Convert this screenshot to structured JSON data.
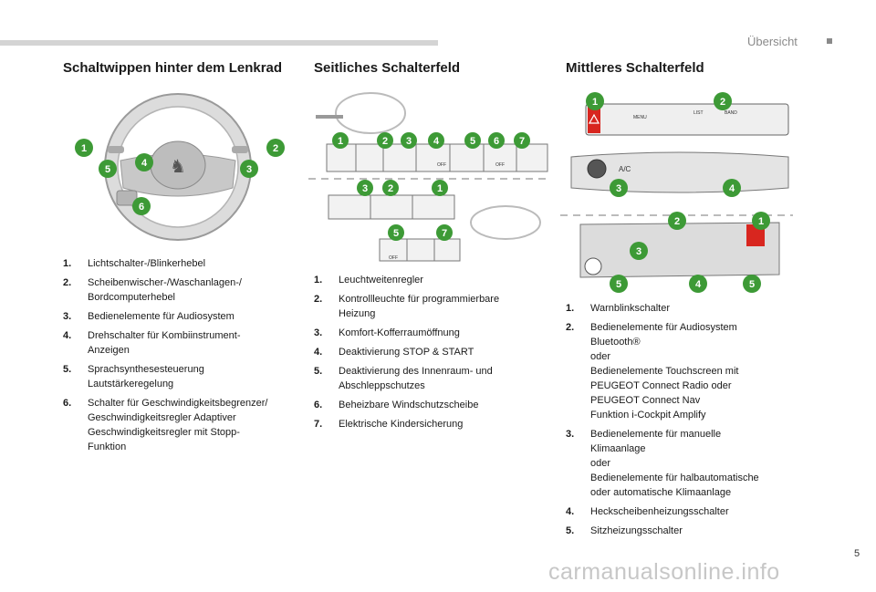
{
  "header": {
    "section": "Übersicht"
  },
  "columns": [
    {
      "title": "Schaltwippen hinter dem Lenkrad",
      "badges": [
        "1",
        "2",
        "3",
        "4",
        "5",
        "6"
      ],
      "items": [
        {
          "num": "1.",
          "text": "Lichtschalter-/Blinkerhebel"
        },
        {
          "num": "2.",
          "text": "Scheibenwischer-/Waschanlagen-/\nBordcomputerhebel"
        },
        {
          "num": "3.",
          "text": "Bedienelemente für Audiosystem"
        },
        {
          "num": "4.",
          "text": "Drehschalter für Kombiinstrument-\nAnzeigen"
        },
        {
          "num": "5.",
          "text": "Sprachsynthesesteuerung\nLautstärkeregelung"
        },
        {
          "num": "6.",
          "text": "Schalter für Geschwindigkeitsbegrenzer/\nGeschwindigkeitsregler Adaptiver\nGeschwindigkeitsregler mit Stopp-\nFunktion"
        }
      ]
    },
    {
      "title": "Seitliches Schalterfeld",
      "badges": [
        "1",
        "2",
        "3",
        "4",
        "5",
        "6",
        "7"
      ],
      "panel_labels": {
        "off": "OFF"
      },
      "items": [
        {
          "num": "1.",
          "text": "Leuchtweitenregler"
        },
        {
          "num": "2.",
          "text": "Kontrollleuchte für programmierbare\nHeizung"
        },
        {
          "num": "3.",
          "text": "Komfort-Kofferraumöffnung"
        },
        {
          "num": "4.",
          "text": "Deaktivierung STOP & START"
        },
        {
          "num": "5.",
          "text": "Deaktivierung des Innenraum- und\nAbschleppschutzes"
        },
        {
          "num": "6.",
          "text": "Beheizbare Windschutzscheibe"
        },
        {
          "num": "7.",
          "text": "Elektrische Kindersicherung"
        }
      ]
    },
    {
      "title": "Mittleres Schalterfeld",
      "badges": [
        "1",
        "2",
        "3",
        "4",
        "5"
      ],
      "panel_labels": {
        "menu": "MENU",
        "list": "LIST",
        "band": "BAND",
        "ac": "A/C"
      },
      "items": [
        {
          "num": "1.",
          "text": "Warnblinkschalter"
        },
        {
          "num": "2.",
          "text": "Bedienelemente für Audiosystem\nBluetooth®\noder\nBedienelemente Touchscreen mit\nPEUGEOT Connect Radio oder\nPEUGEOT Connect Nav\nFunktion i-Cockpit Amplify"
        },
        {
          "num": "3.",
          "text": "Bedienelemente für manuelle\nKlimaanlage\noder\nBedienelemente für halbautomatische\noder automatische Klimaanlage"
        },
        {
          "num": "4.",
          "text": "Heckscheibenheizungsschalter"
        },
        {
          "num": "5.",
          "text": "Sitzheizungsschalter"
        }
      ]
    }
  ],
  "footer": {
    "page": "5",
    "watermark": "carmanualsonline.info"
  },
  "colors": {
    "badge": "#3d9a36",
    "rule": "#d4d4d4",
    "hazard": "#d8261f"
  }
}
